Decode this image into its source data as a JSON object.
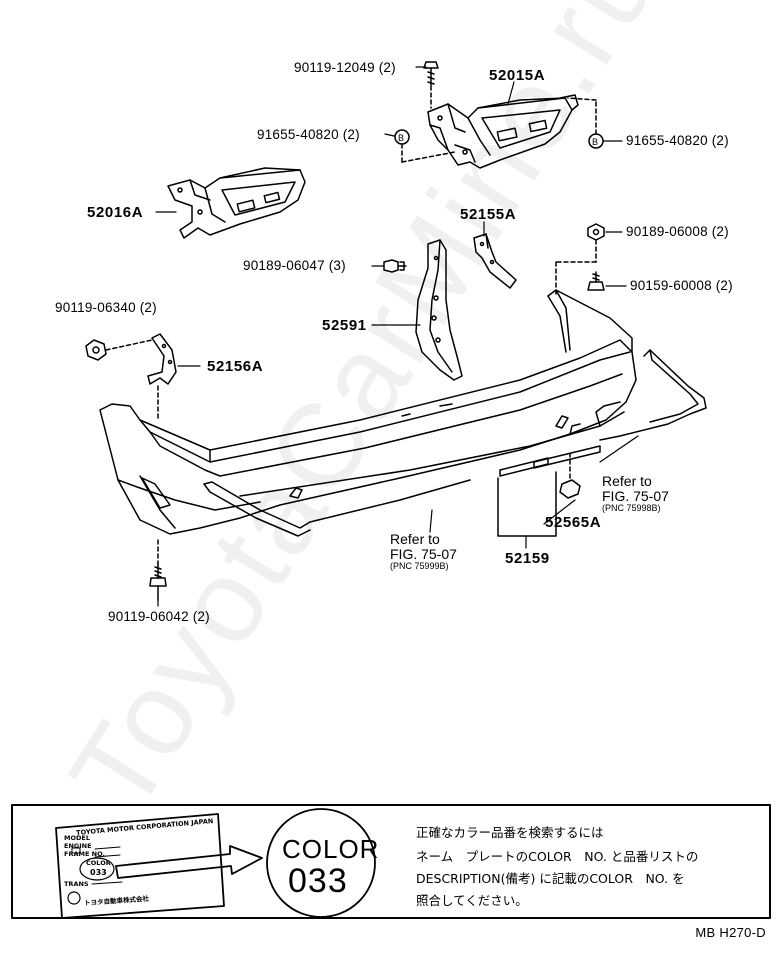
{
  "parts": {
    "p90119_12049": "90119-12049 (2)",
    "p52015A": "52015A",
    "p91655_left": "91655-40820 (2)",
    "p91655_right": "91655-40820 (2)",
    "p52016A": "52016A",
    "p52155A": "52155A",
    "p90189_06008": "90189-06008 (2)",
    "p90189_06047": "90189-06047 (3)",
    "p90159_60008": "90159-60008 (2)",
    "p90119_06340": "90119-06340 (2)",
    "p52591": "52591",
    "p52156A": "52156A",
    "p52565A": "52565A",
    "p52159": "52159",
    "p90119_06042": "90119-06042 (2)"
  },
  "refs": {
    "right": {
      "line1": "Refer to",
      "line2": "FIG. 75-07",
      "pnc": "(PNC 75998B)"
    },
    "center": {
      "line1": "Refer to",
      "line2": "FIG. 75-07",
      "pnc": "(PNC 75999B)"
    }
  },
  "color_box": {
    "plate_company": "TOYOTA MOTOR CORPORATION JAPAN",
    "plate_model": "MODEL",
    "plate_engine": "ENGINE",
    "plate_frame": "FRAME NO.",
    "plate_color": "COLOR",
    "plate_color_no": "033",
    "plate_trans": "TRANS",
    "plate_maker": "トヨタ自動車株式会社",
    "circle_word": "COLOR",
    "circle_number": "033",
    "jp_line1": "正確なカラー品番を検索するには",
    "jp_line2": "ネーム　プレートのCOLOR　NO. と品番リストの",
    "jp_line3": "DESCRIPTION(備考) に記載のCOLOR　NO. を",
    "jp_line4": "照合してください。"
  },
  "diagram_code": "MB H270-D",
  "watermark": "ToyotaCarMine.ru"
}
